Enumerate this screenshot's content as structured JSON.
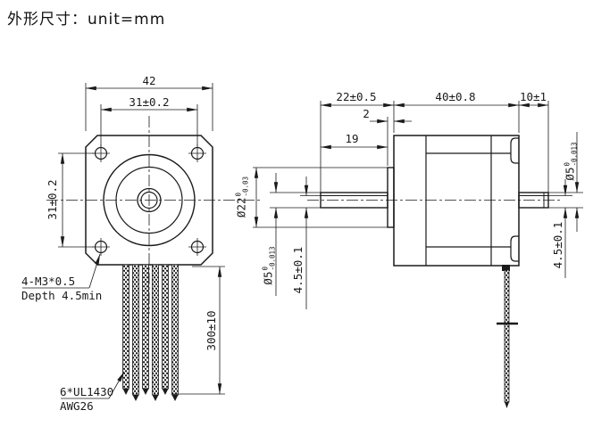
{
  "title": "外形尺寸：unit=mm",
  "front_view": {
    "dim_outer_width": "42",
    "dim_hole_pitch_h": "31±0.2",
    "dim_hole_pitch_v": "31±0.2",
    "dim_lead_length": "300±10",
    "mounting_hole_note": {
      "line1": "4-M3*0.5",
      "line2": "Depth 4.5min"
    },
    "lead_wire_note": {
      "line1": "6*UL1430",
      "line2": "AWG26"
    }
  },
  "side_view": {
    "dim_front_shaft_length": "22±0.5",
    "dim_pilot_height": "2",
    "dim_shaft_flat_length": "19",
    "dim_body_length": "40±0.8",
    "dim_rear_shaft_length": "10±1",
    "pilot_diameter": {
      "prefix": "Ø22",
      "tol_upper": "0",
      "tol_lower": "-0.03"
    },
    "front_shaft_diameter": {
      "prefix": "Ø5",
      "tol_upper": "0",
      "tol_lower": "-0.013"
    },
    "front_shaft_flat": "4.5±0.1",
    "rear_shaft_diameter": {
      "prefix": "Ø5",
      "tol_upper": "0",
      "tol_lower": "-0.013"
    },
    "rear_shaft_flat": "4.5±0.1"
  },
  "colors": {
    "line": "#1a1a1a",
    "background": "#ffffff"
  }
}
